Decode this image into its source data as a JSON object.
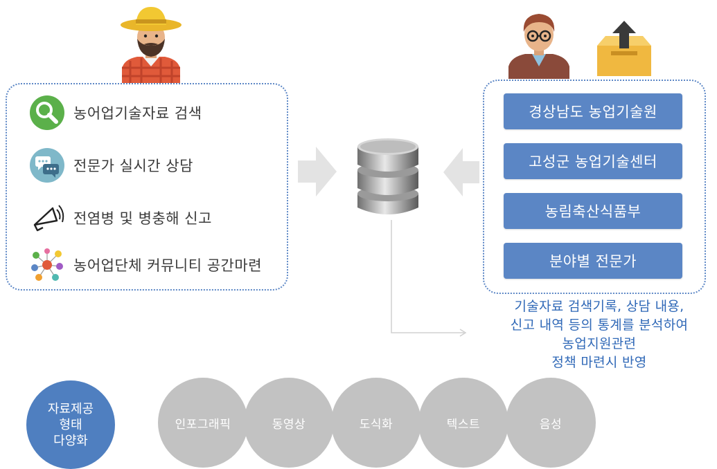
{
  "features": [
    {
      "label": "농어업기술자료 검색",
      "icon": "search-icon"
    },
    {
      "label": "전문가 실시간 상담",
      "icon": "chat-bubbles-icon"
    },
    {
      "label": "전염병 및 병충해 신고",
      "icon": "megaphone-icon"
    },
    {
      "label": "농어업단체 커뮤니티 공간마련",
      "icon": "community-network-icon"
    }
  ],
  "organizations": [
    "경상남도 농업기술원",
    "고성군 농업기술센터",
    "농림축산식품부",
    "분야별 전문가"
  ],
  "analysis_lines": [
    "기술자료 검색기록, 상담 내용,",
    "신고 내역 등의 통계를 분석하여",
    "농업지원관련",
    "정책 마련시 반영"
  ],
  "format_hub": [
    "자료제공",
    "형태",
    "다양화"
  ],
  "formats": [
    "인포그래픽",
    "동영상",
    "도식화",
    "텍스트",
    "음성"
  ],
  "colors": {
    "accent_blue": "#5b86c5",
    "text_blue": "#2f68b7",
    "format_gray": "#c2c2c2",
    "arrow_gray": "#e3e3e3"
  }
}
